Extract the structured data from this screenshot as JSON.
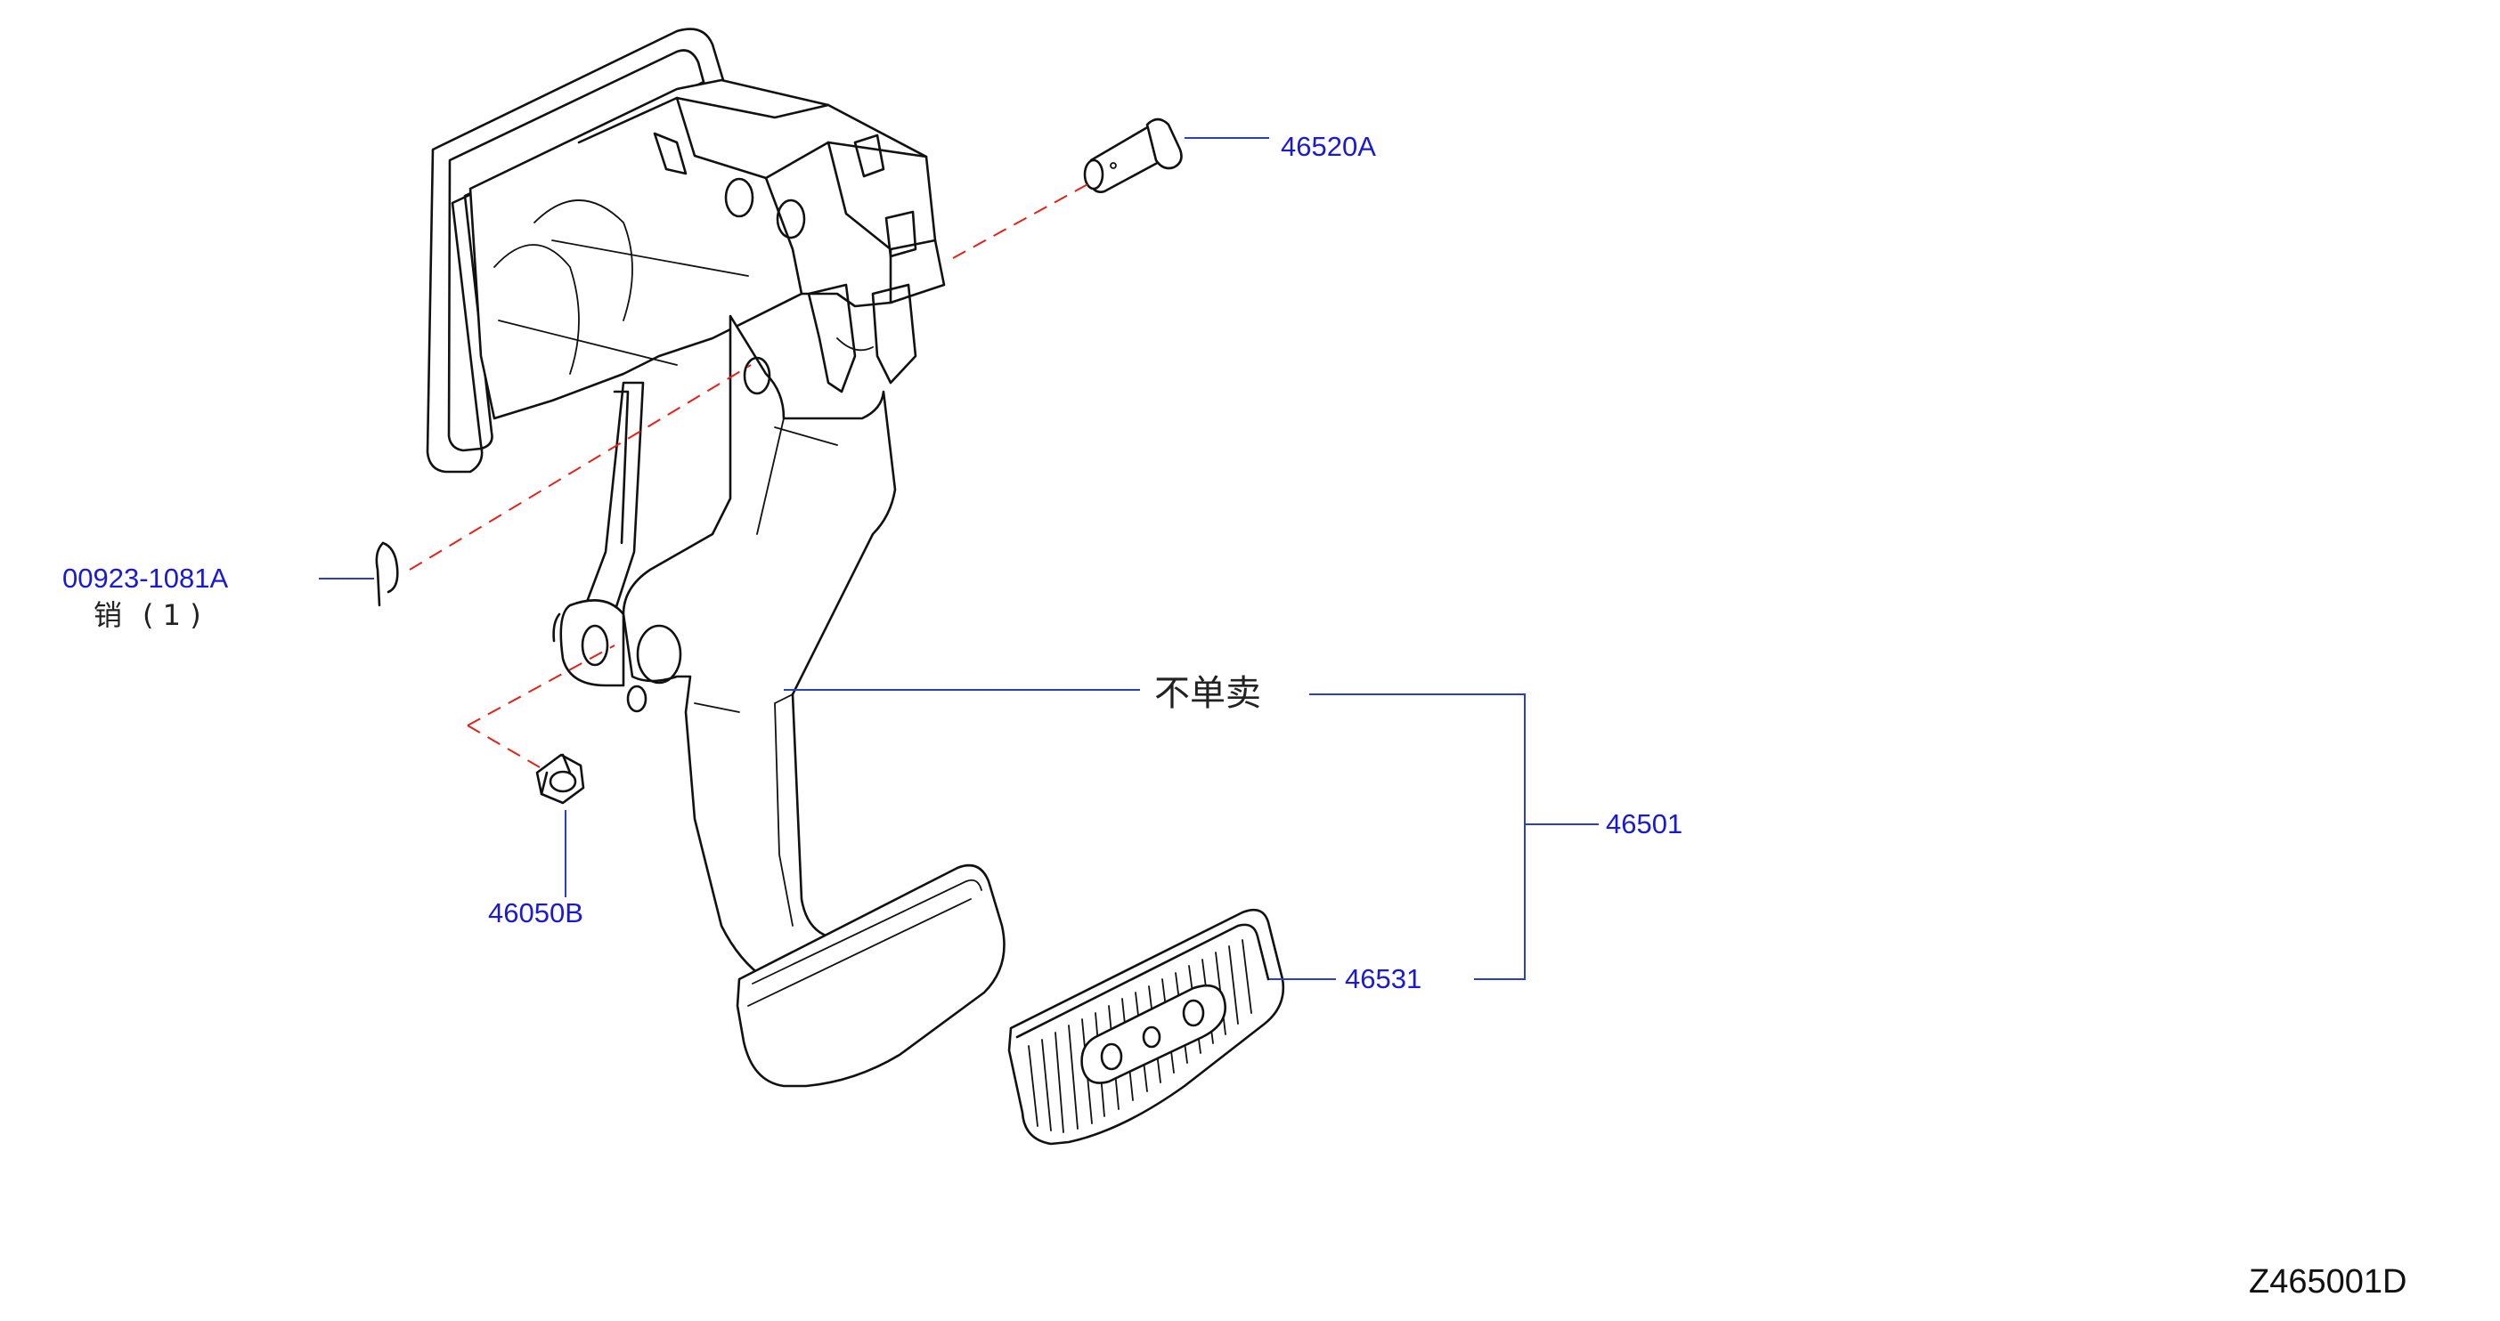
{
  "parts": {
    "clevis_pin": "46520A",
    "pin_code": "00923-1081A",
    "pin_name": "销",
    "pin_qty": "( 1 )",
    "nut": "46050B",
    "assembly": "46501",
    "pedal_pad": "46531",
    "not_sold_separately": "不单卖"
  },
  "figure_code": "Z465001D",
  "colors": {
    "label": "#1a1ad6",
    "leader": "#2a3fc8",
    "hidden_line": "#e2231a",
    "linework": "#111111"
  }
}
